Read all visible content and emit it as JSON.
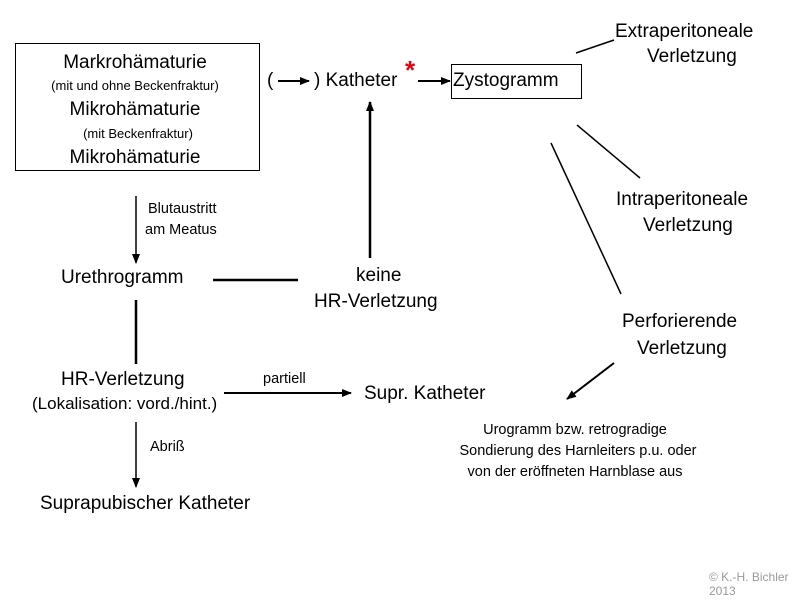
{
  "box_main": {
    "line1": "Markrohämaturie",
    "line2": "(mit und ohne Beckenfraktur)",
    "line3": "Mikrohämaturie",
    "line4": "(mit Beckenfraktur)",
    "line5": "Mikrohämaturie"
  },
  "top_row": {
    "paren_open": "(",
    "paren_close": ") Katheter",
    "asterisk": "*",
    "zystogramm": "Zystogramm"
  },
  "injuries": {
    "extra_1": "Extraperitoneale",
    "extra_2": "Verletzung",
    "intra_1": "Intraperitoneale",
    "intra_2": "Verletzung",
    "perf_1": "Perforierende",
    "perf_2": "Verletzung"
  },
  "left_flow": {
    "blut_1": "Blutaustritt",
    "blut_2": "am Meatus",
    "urethrogramm": "Urethrogramm",
    "hr_1": "HR-Verletzung",
    "hr_2": "(Lokalisation: vord./hint.)",
    "abriss": "Abriß",
    "suprapubisch": "Suprapubischer Katheter"
  },
  "middle": {
    "keine_1": "keine",
    "keine_2": "HR-Verletzung",
    "partiell": "partiell",
    "supr": "Supr. Katheter"
  },
  "urogramm": {
    "line1": "Urogramm bzw. retrogradige",
    "line2": "Sondierung des Harnleiters p.u. oder",
    "line3": "von der eröffneten Harnblase aus"
  },
  "copyright": {
    "line1": "© K.-H. Bichler",
    "line2": "2013"
  },
  "colors": {
    "asterisk": "#e3000f",
    "copyright": "#9a9a9a"
  }
}
